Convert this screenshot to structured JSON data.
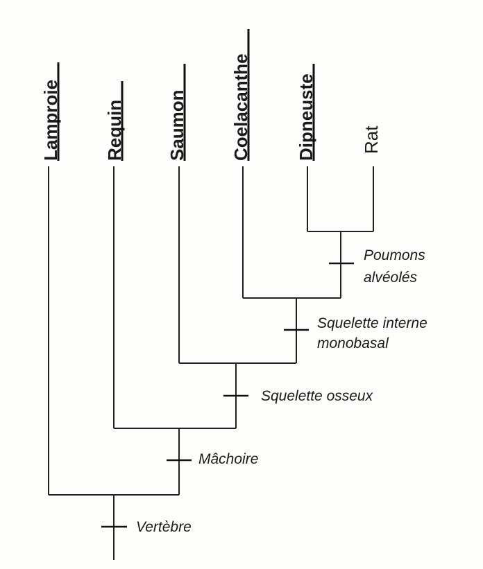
{
  "taxa": [
    {
      "label": "Lamproie",
      "underlined": true
    },
    {
      "label": "Requin",
      "underlined": true
    },
    {
      "label": "Saumon",
      "underlined": true
    },
    {
      "label": "Coelacanthe",
      "underlined": true
    },
    {
      "label": "Dipneuste",
      "underlined": true
    },
    {
      "label": "Rat",
      "underlined": false
    }
  ],
  "traits": {
    "vertebre": "Vertèbre",
    "machoire": "Mâchoire",
    "squelette_osseux": "Squelette osseux",
    "squelette_interne": [
      "Squelette interne",
      "monobasal"
    ],
    "poumons": [
      "Poumons",
      "alvéolés"
    ]
  }
}
